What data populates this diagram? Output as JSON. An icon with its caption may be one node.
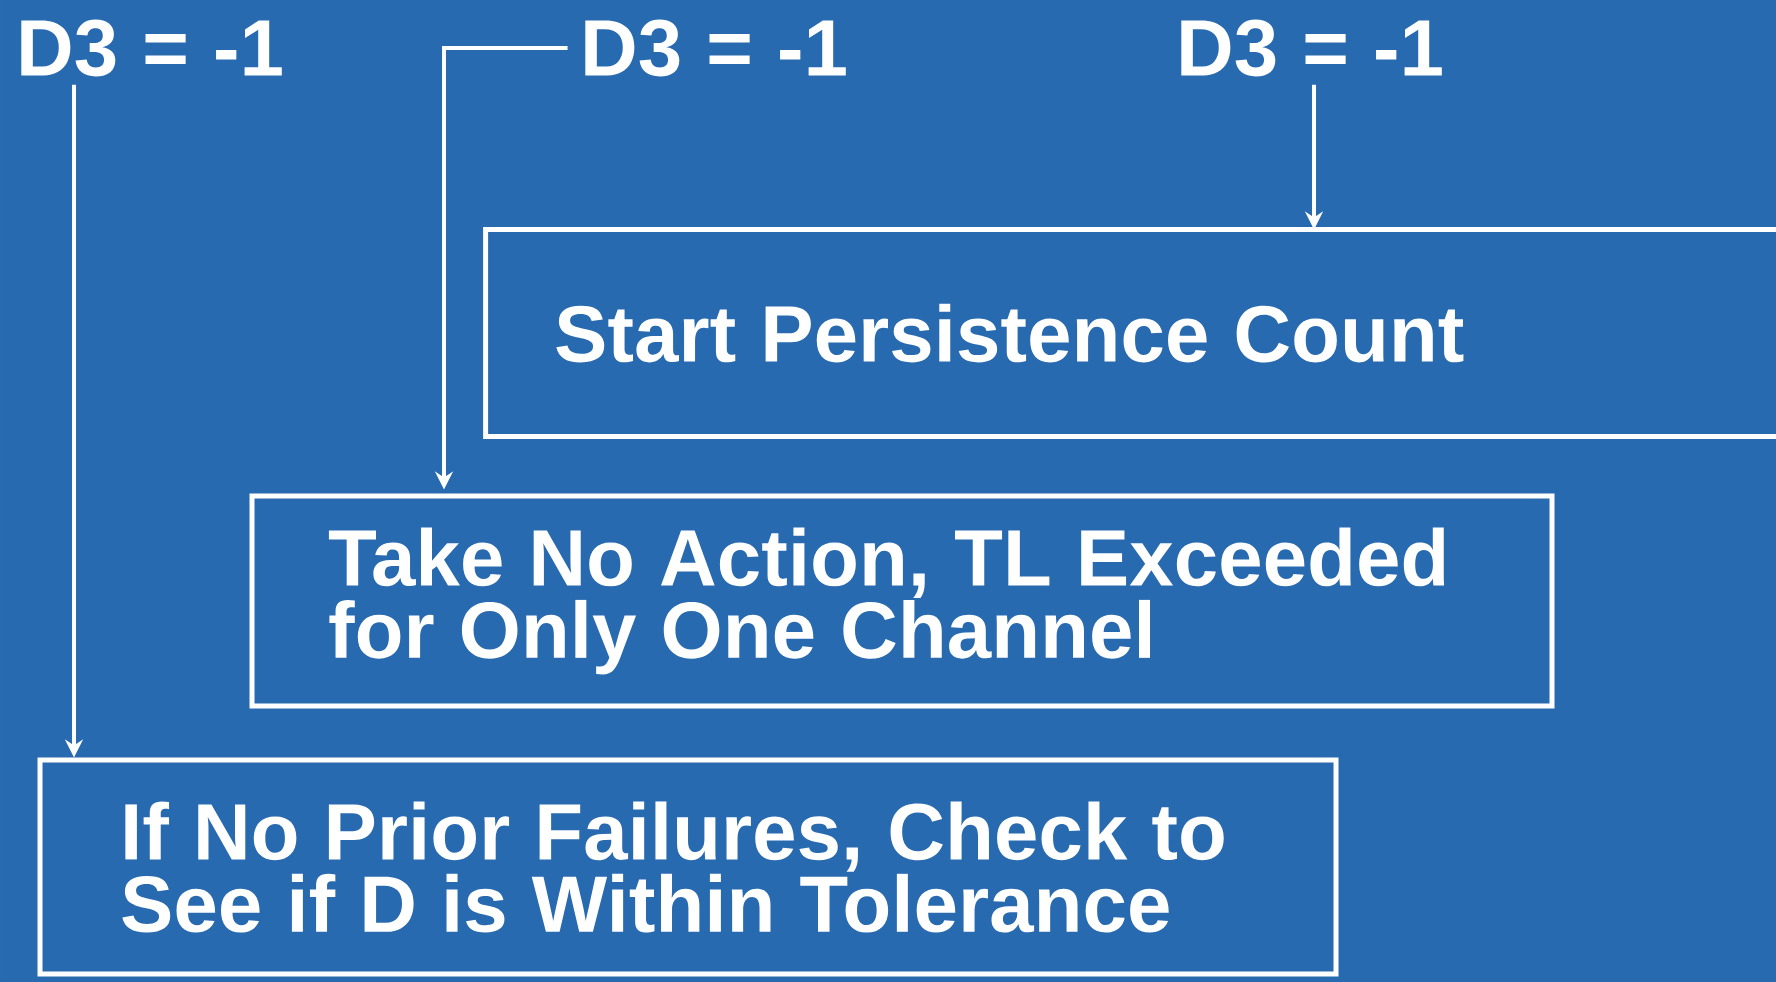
{
  "diagram": {
    "nodes": [
      {
        "text": [
          "D3 = -1"
        ]
      },
      {
        "text": [
          "D3 = -1"
        ]
      },
      {
        "text": [
          "D3 = -1"
        ]
      },
      {
        "text": [
          "Start Persistence Count"
        ]
      },
      {
        "text": [
          "Take No Action, TL Exceeded for Only One Channel"
        ]
      },
      {
        "text": [
          "If No Prior Failures, Check to See if D is Within Tolerance"
        ]
      }
    ],
    "edges": [
      {
        "from": 0,
        "to": 5,
        "arrow": "to"
      },
      {
        "from": 1,
        "to": 4,
        "arrow": "to"
      },
      {
        "from": 2,
        "to": 3,
        "arrow": "to"
      }
    ]
  }
}
